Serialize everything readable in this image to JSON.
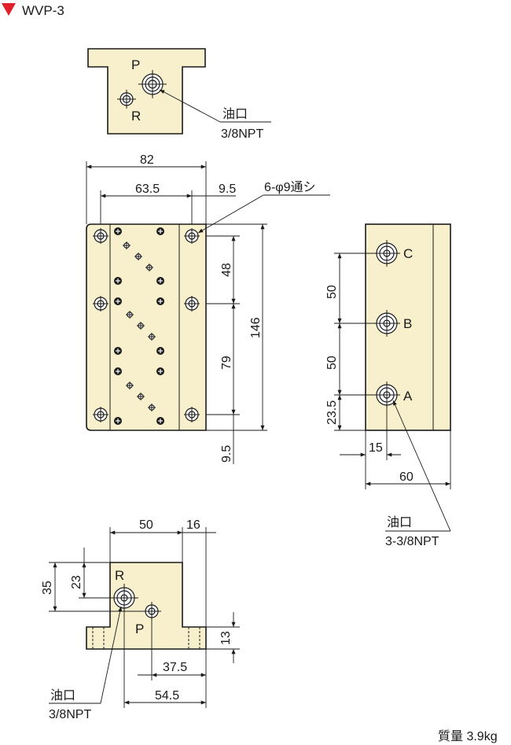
{
  "header": {
    "title": "WVP-3",
    "marker_color": "#e0202a"
  },
  "top_view": {
    "label_p": "P",
    "label_r": "R",
    "port_label": "油口",
    "port_spec": "3/8NPT"
  },
  "front_view": {
    "dim_width": "82",
    "dim_inner": "63.5",
    "dim_edge": "9.5",
    "hole_spec": "6-φ9通シ",
    "dim_48": "48",
    "dim_79": "79",
    "dim_146": "146",
    "dim_9_5": "9.5"
  },
  "side_view": {
    "label_c": "C",
    "label_b": "B",
    "label_a": "A",
    "dim_50a": "50",
    "dim_50b": "50",
    "dim_23_5": "23.5",
    "dim_15": "15",
    "dim_60": "60",
    "port_label": "油口",
    "port_spec": "3-3/8NPT"
  },
  "bottom_view": {
    "dim_50": "50",
    "dim_16": "16",
    "dim_35": "35",
    "dim_23": "23",
    "label_r": "R",
    "label_p": "P",
    "dim_13": "13",
    "dim_37_5": "37.5",
    "dim_54_5": "54.5",
    "port_label": "油口",
    "port_spec": "3/8NPT"
  },
  "footer": {
    "mass": "質量 3.9kg"
  }
}
